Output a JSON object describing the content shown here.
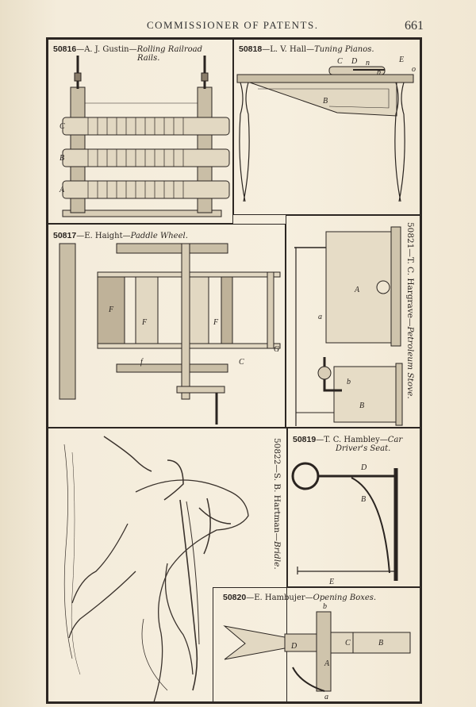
{
  "header": {
    "title": "COMMISSIONER OF PATENTS.",
    "page_number": "661"
  },
  "patents": [
    {
      "number": "50816",
      "inventor": "A. J. Gustin",
      "title_line1": "Rolling Railroad",
      "title_line2": "Rails.",
      "labels": [
        "C",
        "B",
        "A"
      ]
    },
    {
      "number": "50818",
      "inventor": "L. V. Hall",
      "title": "Tuning Pianos.",
      "labels": [
        "C",
        "D",
        "n",
        "E",
        "b",
        "o",
        "B"
      ]
    },
    {
      "number": "50817",
      "inventor": "E. Haight",
      "title": "Paddle Wheel.",
      "labels": [
        "F",
        "F",
        "F",
        "C",
        "G",
        "f"
      ]
    },
    {
      "number": "50821",
      "inventor": "T. C. Hargrave",
      "title": "Petroleum Stove.",
      "labels": [
        "A",
        "a",
        "b",
        "B"
      ]
    },
    {
      "number": "50822",
      "inventor": "S. B. Hartman",
      "title": "Bridle."
    },
    {
      "number": "50819",
      "inventor": "T. C. Hambley",
      "title_line1": "Car",
      "title_line2": "Driver's Seat.",
      "labels": [
        "D",
        "B",
        "E"
      ]
    },
    {
      "number": "50820",
      "inventor": "E. Hambujer",
      "title": "Opening Boxes.",
      "labels": [
        "b",
        "D",
        "C",
        "B",
        "A",
        "a"
      ]
    }
  ]
}
